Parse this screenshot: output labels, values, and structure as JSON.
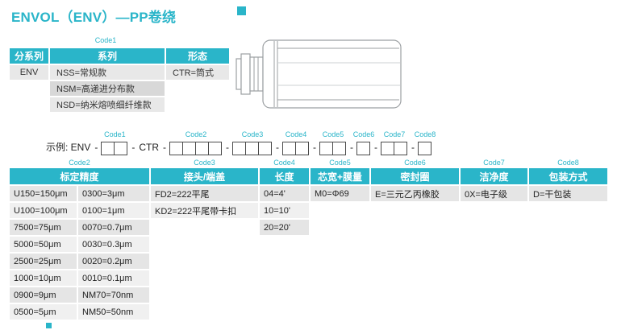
{
  "colors": {
    "accent": "#2AB5C9",
    "row_dark": "#e5e5e5",
    "row_light": "#f0f0f0"
  },
  "title": {
    "text": "ENVOL（ENV）—PP卷绕"
  },
  "series_table": {
    "code_label": "Code1",
    "headers": [
      "分系列",
      "系列",
      "形态"
    ],
    "rows": [
      [
        "ENV",
        "NSS=常规款",
        "CTR=筒式"
      ],
      [
        "",
        "NSM=高递进分布款",
        ""
      ],
      [
        "",
        "NSD=纳米熔喷细纤维款",
        ""
      ]
    ]
  },
  "example": {
    "prefix": "示例: ENV",
    "dash": "-",
    "fixed_code": "CTR",
    "groups": [
      {
        "code": "Code1",
        "boxes": 2
      },
      {
        "code": "Code2",
        "boxes": 4
      },
      {
        "code": "Code3",
        "boxes": 3
      },
      {
        "code": "Code4",
        "boxes": 2
      },
      {
        "code": "Code5",
        "boxes": 2
      },
      {
        "code": "Code6",
        "boxes": 1
      },
      {
        "code": "Code7",
        "boxes": 2
      },
      {
        "code": "Code8",
        "boxes": 1
      }
    ]
  },
  "spec_table": {
    "code_labels": [
      "Code2",
      "Code3",
      "Code4",
      "Code5",
      "Code6",
      "Code7",
      "Code8"
    ],
    "headers": [
      "标定精度",
      "接头/端盖",
      "长度",
      "芯宽+膜量",
      "密封圈",
      "洁净度",
      "包装方式"
    ],
    "rows": [
      [
        "U150=150μm",
        "0300=3μm",
        "FD2=222平尾",
        "04=4'",
        "M0=Φ69",
        "E=三元乙丙橡胶",
        "0X=电子级",
        "D=干包装"
      ],
      [
        "U100=100μm",
        "0100=1μm",
        "KD2=222平尾带卡扣",
        "10=10'",
        "",
        "",
        "",
        ""
      ],
      [
        "7500=75μm",
        "0070=0.7μm",
        "",
        "20=20'",
        "",
        "",
        "",
        ""
      ],
      [
        "5000=50μm",
        "0030=0.3μm",
        "",
        "",
        "",
        "",
        "",
        ""
      ],
      [
        "2500=25μm",
        "0020=0.2μm",
        "",
        "",
        "",
        "",
        "",
        ""
      ],
      [
        "1000=10μm",
        "0010=0.1μm",
        "",
        "",
        "",
        "",
        "",
        ""
      ],
      [
        "0900=9μm",
        "NM70=70nm",
        "",
        "",
        "",
        "",
        "",
        ""
      ],
      [
        "0500=5μm",
        "NM50=50nm",
        "",
        "",
        "",
        "",
        "",
        ""
      ]
    ]
  }
}
